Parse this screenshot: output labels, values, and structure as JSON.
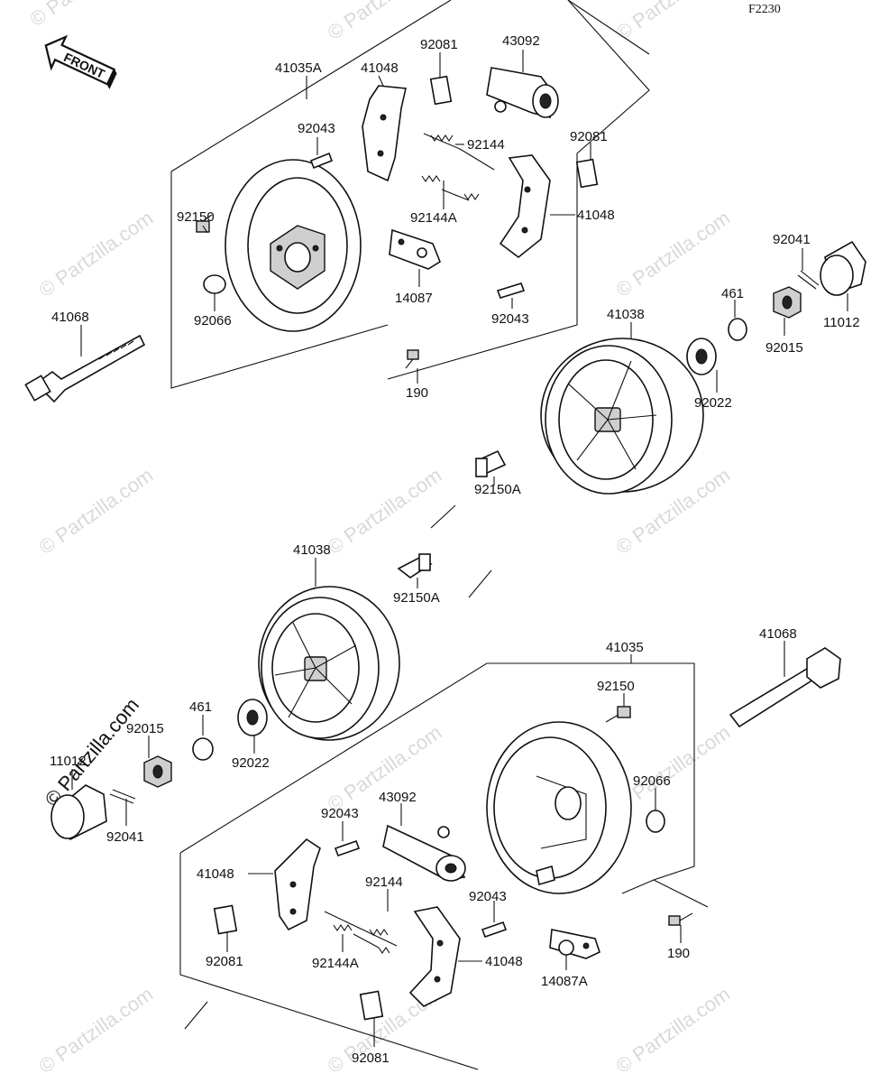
{
  "diagram_code": "F2230",
  "front_arrow_label": "FRONT",
  "watermark_text": "© Partzilla.com",
  "upper": {
    "group_label": "41035A",
    "labels": {
      "p41048_a": "41048",
      "p92081_a": "92081",
      "p43092": "43092",
      "p92043_a": "92043",
      "p92144": "92144",
      "p92081_b": "92081",
      "p92144A": "92144A",
      "p41048_b": "41048",
      "p92150": "92150",
      "p92066": "92066",
      "p14087": "14087",
      "p92043_b": "92043",
      "p41068": "41068",
      "p190": "190",
      "p41038": "41038",
      "p461": "461",
      "p92022": "92022",
      "p92041": "92041",
      "p92015": "92015",
      "p11012": "11012",
      "p92150A": "92150A"
    }
  },
  "lower": {
    "group_label": "41035",
    "labels": {
      "p41038": "41038",
      "p92150A": "92150A",
      "p41068": "41068",
      "p92150": "92150",
      "p461": "461",
      "p92015": "92015",
      "p11012": "11012",
      "p92022": "92022",
      "p92041": "92041",
      "p92066": "92066",
      "p43092": "43092",
      "p92043_a": "92043",
      "p41048_a": "41048",
      "p92144": "92144",
      "p92043_b": "92043",
      "p92081_a": "92081",
      "p92144A": "92144A",
      "p41048_b": "41048",
      "p14087A": "14087A",
      "p190": "190",
      "p92081_b": "92081"
    }
  }
}
